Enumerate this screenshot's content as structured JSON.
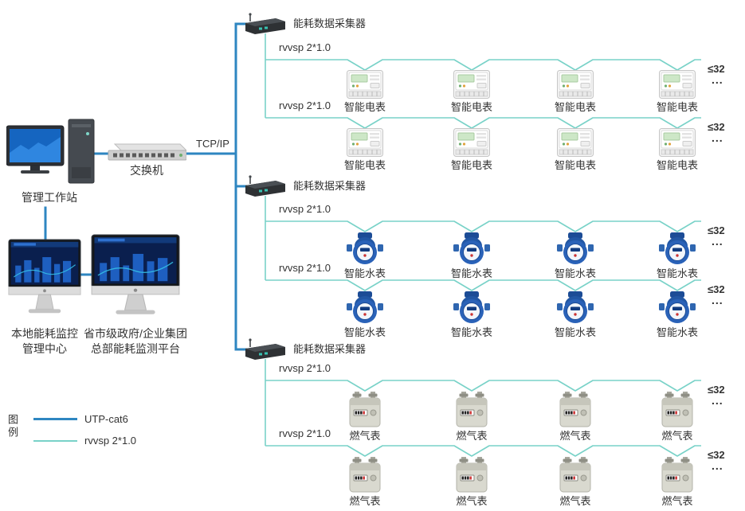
{
  "colors": {
    "utp": "#2e86c1",
    "rvvsp": "#79d2c8",
    "text": "#333333"
  },
  "left": {
    "workstation_label": "管理工作站",
    "switch_label": "交换机",
    "tcpip_label": "TCP/IP",
    "monitor1_line1": "本地能耗监控",
    "monitor1_line2": "管理中心",
    "monitor2_line1": "省市级政府/企业集团",
    "monitor2_line2": "总部能耗监测平台"
  },
  "legend": {
    "title": "图例",
    "items": [
      {
        "name": "UTP-cat6"
      },
      {
        "name": "rvvsp 2*1.0"
      }
    ]
  },
  "groups": [
    {
      "collector_label": "能耗数据采集器",
      "bus_label": "rvvsp 2*1.0",
      "meter_label": "智能电表",
      "meter_type": "electric",
      "capacity": "≤32",
      "ellipsis": "..."
    },
    {
      "collector_label": "能耗数据采集器",
      "bus_label": "rvvsp 2*1.0",
      "meter_label": "智能水表",
      "meter_type": "water",
      "capacity": "≤32",
      "ellipsis": "..."
    },
    {
      "collector_label": "能耗数据采集器",
      "bus_label": "rvvsp 2*1.0",
      "meter_label": "燃气表",
      "meter_type": "gas",
      "capacity": "≤32",
      "ellipsis": "..."
    }
  ]
}
